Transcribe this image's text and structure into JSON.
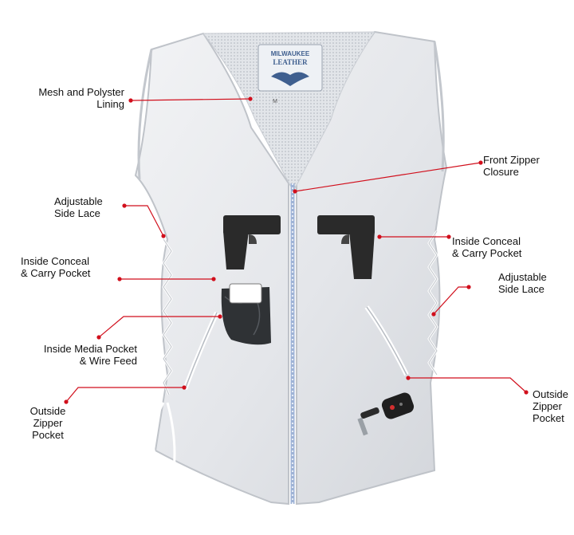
{
  "brand_patch": {
    "line1": "MILWAUKEE",
    "line2": "LEATHER",
    "size": "M"
  },
  "callouts": {
    "mesh_lining": [
      "Mesh and Polyster",
      "Lining"
    ],
    "front_zipper": [
      "Front Zipper",
      "Closure"
    ],
    "side_lace_left": [
      "Adjustable",
      "Side Lace"
    ],
    "conceal_pocket_right": [
      "Inside Conceal",
      "& Carry Pocket"
    ],
    "conceal_pocket_left": [
      "Inside Conceal",
      "& Carry Pocket"
    ],
    "side_lace_right": [
      "Adjustable",
      "Side Lace"
    ],
    "media_pocket": [
      "Inside Media Pocket",
      "& Wire Feed"
    ],
    "outside_zip_left": [
      "Outside",
      "Zipper",
      "Pocket"
    ],
    "outside_zip_right": [
      "Outside",
      "Zipper",
      "Pocket"
    ]
  },
  "colors": {
    "leather": "#e9ebee",
    "leather_shadow": "#c9cdd3",
    "mesh": "#d7dade",
    "callout_line": "#d10f1c",
    "zipper": "#9fb3d6",
    "pistol": "#2a2a2a",
    "patch": "#eef1f5",
    "patch_ink": "#3f5f8f"
  },
  "icons": {
    "left_pistol": "pistol-icon",
    "right_pistol": "pistol-icon",
    "phone": "smartphone-icon",
    "key_fob": "car-key-fob-icon"
  }
}
